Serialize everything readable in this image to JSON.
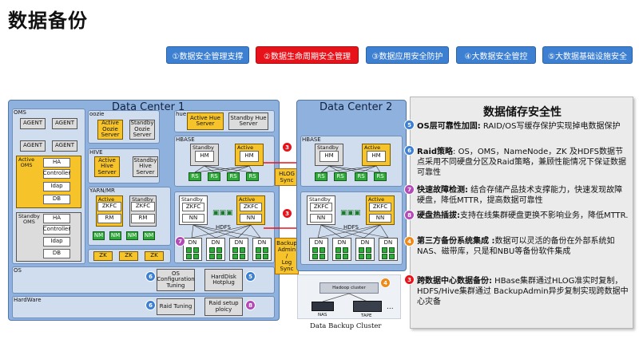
{
  "page": {
    "title": "数据备份"
  },
  "tabs": [
    {
      "label": "①数据安全管理支撑",
      "active": false
    },
    {
      "label": "②数据生命周期安全管理",
      "active": true
    },
    {
      "label": "③数据应用安全防护",
      "active": false
    },
    {
      "label": "④大数据安全管控",
      "active": false
    },
    {
      "label": "⑤大数据基础设施安全",
      "active": false
    }
  ],
  "diagram": {
    "dc1": {
      "title": "Data Center 1",
      "oms": {
        "label": "OMS",
        "agents": [
          "AGENT",
          "AGENT",
          "AGENT",
          "AGENT"
        ],
        "active": "Active\nOMS",
        "standby": "Standby\nOMS",
        "components": [
          "HA",
          "Controller",
          "Idap",
          "DB"
        ]
      },
      "oozie": {
        "label": "oozie",
        "active": "Active\nOozie\nServer",
        "standby": "Standby\nOozie\nServer"
      },
      "hue": {
        "label": "hue",
        "active": "Active Hue\nServer",
        "standby": "Standby Hue\nServer"
      },
      "hive": {
        "label": "HIVE",
        "active": "Active\nHive\nServer",
        "standby": "Standby\nHive\nServer"
      },
      "hbase": {
        "label": "HBASE",
        "standby": "Standby",
        "active": "Active",
        "hm": "HM",
        "rs": "RS"
      },
      "yarn": {
        "label": "YARN/MR",
        "active": "Active",
        "standby": "Standby",
        "zkfc": "ZKFC",
        "rm": "RM",
        "nm": "NM"
      },
      "hdfs": {
        "label": "HDFS",
        "standby": "Standby",
        "active": "Active",
        "zkfc": "ZKFC",
        "nn": "NN",
        "dn": "DN"
      },
      "zk": "ZK",
      "os": {
        "label": "OS",
        "config": "OS\nConfiguration\nTuning",
        "hotplug": "HardDisk\nHotplug"
      },
      "hardware": {
        "label": "HardWare",
        "raid_tuning": "Raid Tuning",
        "raid_policy": "Raid setup\nploicy"
      }
    },
    "dc2": {
      "title": "Data Center 2",
      "hbase": {
        "label": "HBASE",
        "standby": "Standby",
        "active": "Active",
        "hm": "HM",
        "rs": "RS"
      },
      "hdfs": {
        "label": "HDFS",
        "standby": "Standby",
        "active": "Active",
        "zkfc": "ZKFC",
        "nn": "NN",
        "dn": "DN"
      }
    },
    "sync": {
      "hlog": "HLOG\nSync",
      "backup": "Backup\nAdmin\n/\nLog\nSync"
    },
    "backup_cluster": {
      "title": "Data Backup Cluster",
      "hadoop": "Hadoop cluster",
      "nas": "NAS",
      "tape": "TAPE",
      "ellipsis": "..."
    },
    "badge_colors": {
      "blue": "#3d7fd0",
      "purple": "#b34ab8",
      "orange": "#ef8a1a",
      "red": "#e8121b"
    }
  },
  "panel": {
    "title": "数据储存安全性",
    "items": [
      {
        "badge": "5",
        "color": "blue",
        "head": "OS层可靠性加固:",
        "body": " RAID/OS写缓存保护实现掉电数据保护"
      },
      {
        "badge": "6",
        "color": "blue",
        "head": "Raid策略",
        "body": ": OS，OMS，NameNode，ZK 及HDFS数据节点采用不同硬盘分区及Raid策略，兼顾性能情况下保证数据可靠性"
      },
      {
        "badge": "7",
        "color": "purple",
        "head": "快速故障检测:",
        "body": " 结合存储产品技术支撑能力，快速发现故障硬盘，降低MTTR，提高数据可靠性"
      },
      {
        "badge": "8",
        "color": "purple",
        "head": "硬盘热插拔:",
        "body": "支持在线集群硬盘更换不影响业务，降低MTTR."
      },
      {
        "badge": "4",
        "color": "orange",
        "head": "第三方备份系统集成 :",
        "body": "数据可以灵活的备份在外部系统如NAS、磁带库，只是和NBU等备份软件集成"
      },
      {
        "badge": "3",
        "color": "red",
        "head": "跨数据中心数据备份:",
        "body": "  HBase集群通过HLOG准实时复制，HDFS/Hive集群通过 BackupAdmin异步复制实现跨数据中心灾备"
      }
    ]
  }
}
